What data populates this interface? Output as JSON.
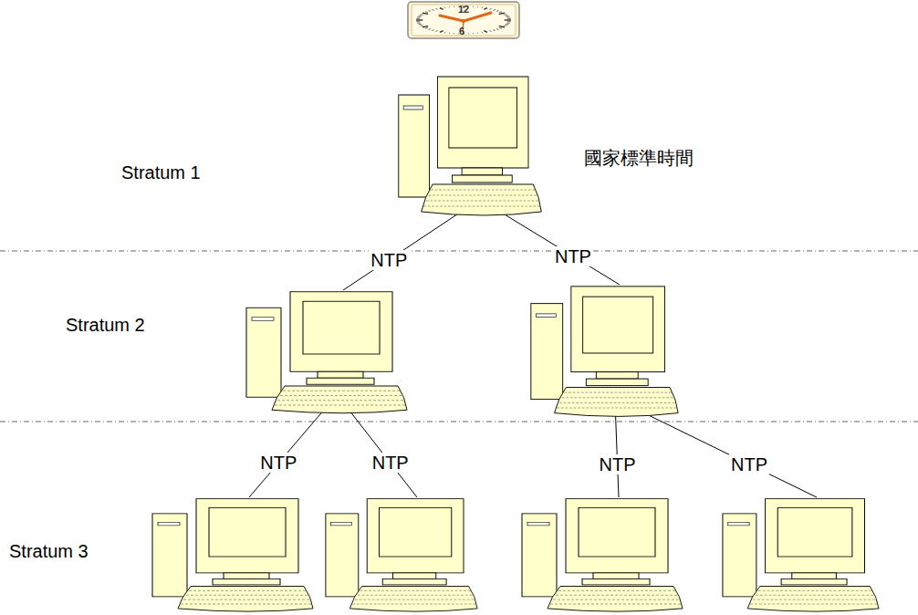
{
  "diagram": {
    "nodes": [
      {
        "text": [
          "國家標準時間"
        ]
      },
      {
        "text": []
      },
      {
        "text": []
      },
      {
        "text": []
      },
      {
        "text": []
      },
      {
        "text": []
      },
      {
        "text": []
      }
    ],
    "edges": [
      {
        "from": 0,
        "to": 1,
        "label": "NTP",
        "arrow": "none"
      },
      {
        "from": 0,
        "to": 2,
        "label": "NTP",
        "arrow": "none"
      },
      {
        "from": 1,
        "to": 3,
        "label": "NTP",
        "arrow": "none"
      },
      {
        "from": 1,
        "to": 4,
        "label": "NTP",
        "arrow": "none"
      },
      {
        "from": 2,
        "to": 5,
        "label": "NTP",
        "arrow": "none"
      },
      {
        "from": 2,
        "to": 6,
        "label": "NTP",
        "arrow": "none"
      }
    ],
    "labels": [
      "12",
      "6",
      "Stratum 1",
      "Stratum 2",
      "Stratum 3"
    ]
  }
}
